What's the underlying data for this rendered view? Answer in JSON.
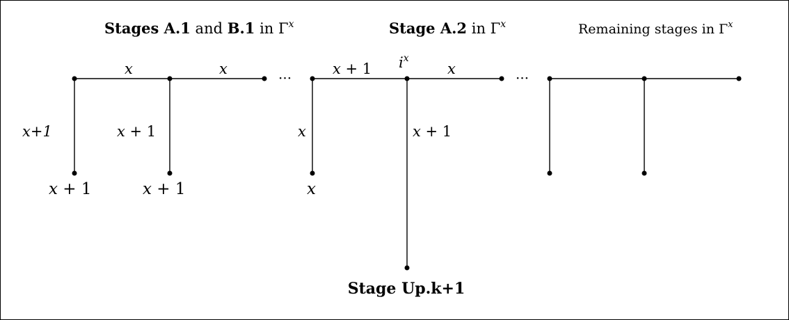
{
  "colors": {
    "ink": "#000000",
    "background": "#ffffff"
  },
  "headers": {
    "stage_ab1": {
      "bold1": "Stages A.1",
      "mid": " and ",
      "bold2": "B.1",
      "tail": " in Γ",
      "sup": "x"
    },
    "stage_a2": {
      "bold": "Stage A.2",
      "tail": " in Γ",
      "sup": "x"
    },
    "remaining": {
      "text": "Remaining stages in Γ",
      "sup": "x"
    }
  },
  "labels": {
    "edge_top_1": "x",
    "edge_top_2": "x",
    "edge_top_3_var": "x",
    "edge_top_3_rest": " + 1",
    "edge_top_4": "x",
    "vertex_ix_base": "i",
    "vertex_ix_sup": "x",
    "edge_vert_1": "x+1",
    "edge_vert_2_var": "x",
    "edge_vert_2_rest": " + 1",
    "edge_vert_3": "x",
    "edge_vert_4_var": "x",
    "edge_vert_4_rest": " + 1",
    "leaf_1_var": "x",
    "leaf_1_rest": " + 1",
    "leaf_2_var": "x",
    "leaf_2_rest": " + 1",
    "leaf_3": "x",
    "ellipsis_1": "···",
    "ellipsis_2": "···"
  },
  "footer": {
    "stage_up": "Stage Up.k+1"
  }
}
